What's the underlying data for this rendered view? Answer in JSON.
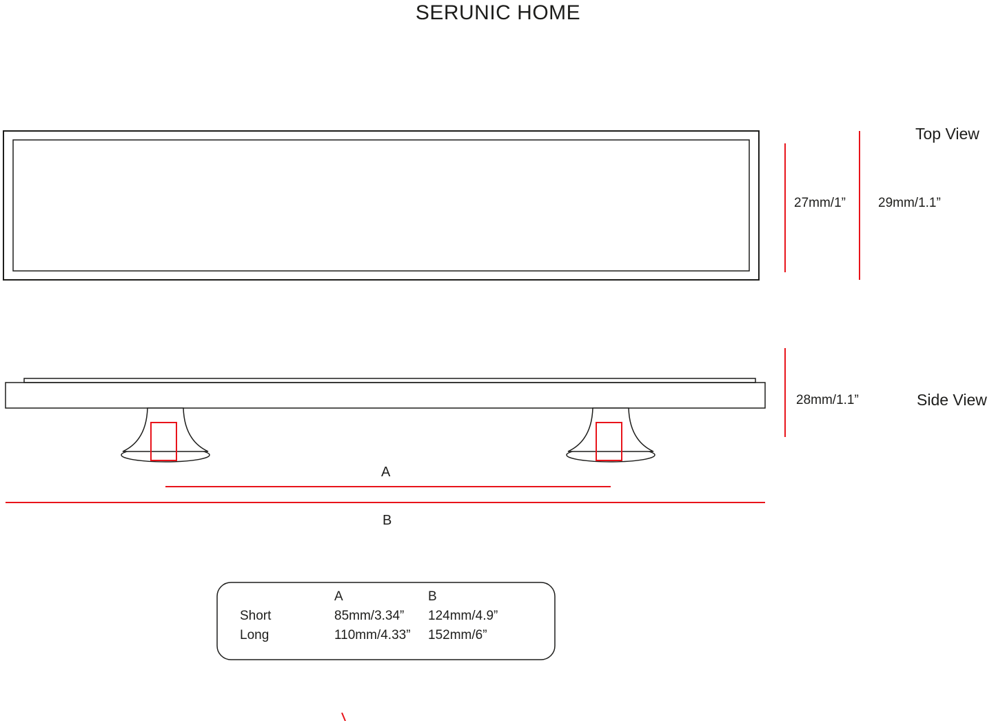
{
  "title": "SERUNIC HOME",
  "colors": {
    "dimension_red": "#e8131a",
    "line_black": "#1d1d1b"
  },
  "top_view": {
    "label": "Top View",
    "dim_inner_height": "27mm/1”",
    "dim_outer_height": "29mm/1.1”"
  },
  "side_view": {
    "label": "Side View",
    "dim_height": "28mm/1.1”",
    "dim_a_label": "A",
    "dim_b_label": "B"
  },
  "table": {
    "col_a": "A",
    "col_b": "B",
    "rows": [
      {
        "name": "Short",
        "a": "85mm/3.34”",
        "b": "124mm/4.9”"
      },
      {
        "name": "Long",
        "a": "110mm/4.33”",
        "b": "152mm/6”"
      }
    ]
  }
}
